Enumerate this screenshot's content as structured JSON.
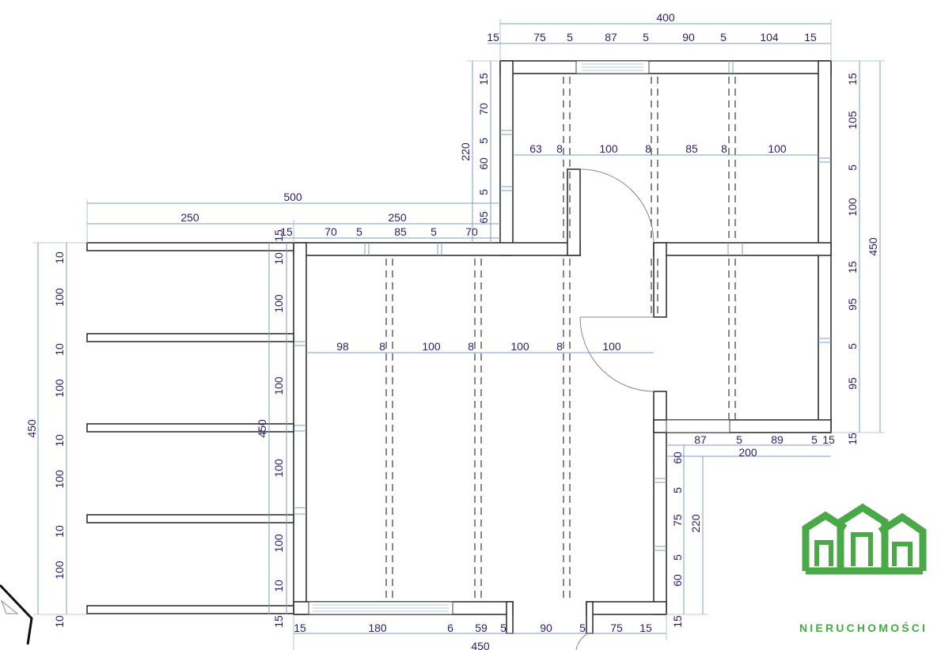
{
  "brand": {
    "name": "NIERUCHOMOŚCI",
    "logo_icon": "three-houses-icon",
    "logo_color": "#4aa947"
  },
  "colors": {
    "dimension_text": "#2a1f66",
    "dimension_line": "#7f9fc4",
    "wall_stroke": "#333333"
  },
  "dimensions": {
    "top_total": "400",
    "top_chain": [
      "15",
      "75",
      "5",
      "87",
      "5",
      "90",
      "5",
      "104",
      "15"
    ],
    "upper_room_width": [
      "63",
      "8",
      "100",
      "8",
      "85",
      "8",
      "100"
    ],
    "upper_left_total": "220",
    "upper_left_chain": [
      "15",
      "70",
      "5",
      "60",
      "5",
      "65"
    ],
    "top_mid_total": "500",
    "top_mid_left": "250",
    "top_mid_right": "250",
    "mid_wall_chain": [
      "15",
      "70",
      "5",
      "85",
      "5",
      "70"
    ],
    "left_total": "450",
    "left_chain": [
      "10",
      "100",
      "10",
      "100",
      "10",
      "100",
      "10",
      "100",
      "10"
    ],
    "inner_left_total": "450",
    "inner_left_chain": [
      "15",
      "10",
      "100",
      "100",
      "100",
      "100",
      "10",
      "15"
    ],
    "main_room_width": [
      "98",
      "8",
      "100",
      "8",
      "100",
      "8",
      "100"
    ],
    "right_total": "450",
    "right_chain": [
      "15",
      "105",
      "5",
      "100",
      "15",
      "95",
      "5",
      "95",
      "15"
    ],
    "lower_right_chain": [
      "87",
      "5",
      "89",
      "5",
      "15"
    ],
    "lower_right_total": "200",
    "lower_mid_total": "220",
    "lower_mid_chain": [
      "60",
      "5",
      "75",
      "5",
      "60",
      "15"
    ],
    "bottom_chain": [
      "15",
      "180",
      "6",
      "59",
      "5",
      "90",
      "5",
      "75",
      "15"
    ],
    "bottom_total": "450"
  }
}
